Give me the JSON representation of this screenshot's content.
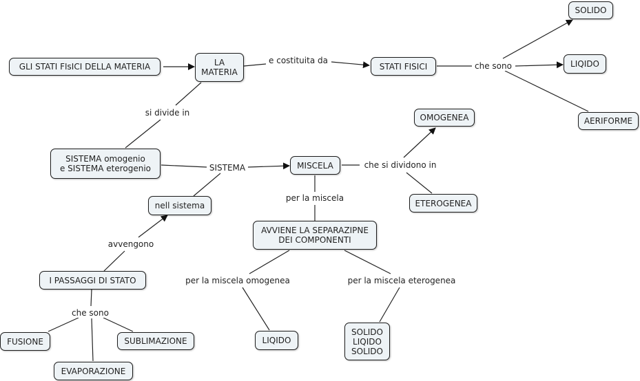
{
  "concept_map": {
    "nodes": {
      "stati_fisici_materia": "GLI STATI FIsICI DELLA MATERIA",
      "la_materia": "LA\nMATERIA",
      "stati_fisici": "STATI FISICI",
      "solido": "SOLIDO",
      "liqido": "LIQIDO",
      "aeriforme": "AERIFORME",
      "sistema_omo_etero": "SISTEMA omogenio\ne SISTEMA eterogenio",
      "miscela": "MISCELA",
      "omogenea": "OMOGENEA",
      "eterogenea": "ETEROGENEA",
      "nell_sistema": "nell sistema",
      "separazione": "AVVIENE LA SEPARAZIPNE\nDEI COMPONENTI",
      "passaggi_stato": "I PASSAGGI  DI STATO",
      "fusione": "FUSIONE",
      "evaporazione": "EVAPORAZIONE",
      "sublimazione": "SUBLIMAZIONE",
      "liqido_omogenea": "LIQIDO",
      "solido_liqido_solido": "SOLIDO\nLIQIDO\nSOLIDO"
    },
    "links": {
      "e_costituita_da": "e costituita da",
      "che_sono_stati": "che sono",
      "si_divide_in": "si divide in",
      "sistema": "SISTEMA",
      "che_si_dividono_in": "che si dividono in",
      "per_la_miscela": "per la miscela",
      "avvengono": "avvengono",
      "che_sono_passaggi": "che sono",
      "per_la_miscela_omogenea": "per la miscela omogenea",
      "per_la_miscela_eterogenea": "per la miscela eterogenea"
    },
    "colors": {
      "node_fill": "#eef3f6",
      "node_border": "#1a1a1a",
      "line": "#222222",
      "background": "#ffffff"
    }
  }
}
